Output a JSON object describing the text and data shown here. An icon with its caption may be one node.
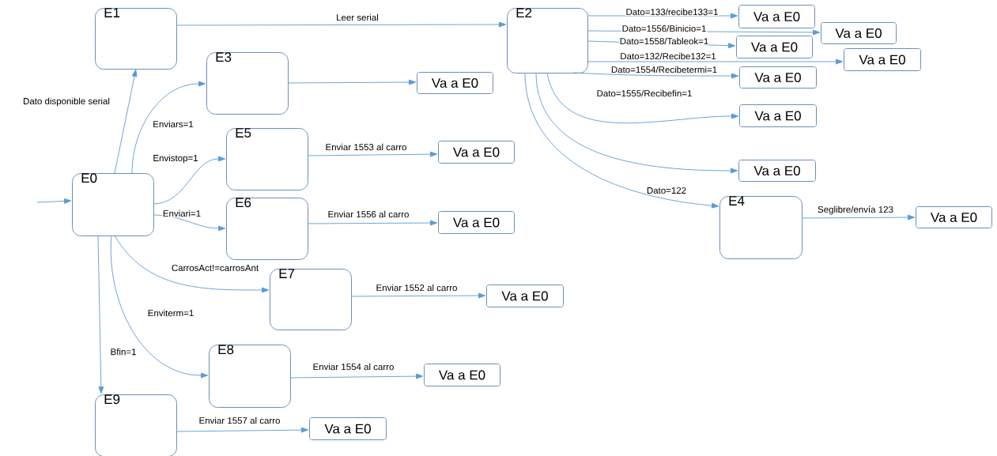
{
  "diagram": {
    "nodes": [
      {
        "text": [
          "E1"
        ]
      },
      {
        "text": [
          "E2"
        ]
      },
      {
        "text": [
          "Va a E0"
        ]
      },
      {
        "text": [
          "Va a E0"
        ]
      },
      {
        "text": [
          "Va a E0"
        ]
      },
      {
        "text": [
          "Va a E0"
        ]
      },
      {
        "text": [
          "Va a E0"
        ]
      },
      {
        "text": [
          "Va a E0"
        ]
      },
      {
        "text": [
          "Va a E0"
        ]
      },
      {
        "text": [
          "E3"
        ]
      },
      {
        "text": [
          "Va a E0"
        ]
      },
      {
        "text": [
          "E5"
        ]
      },
      {
        "text": [
          "Va a E0"
        ]
      },
      {
        "text": [
          "E0"
        ]
      },
      {
        "text": [
          "E6"
        ]
      },
      {
        "text": [
          "Va a E0"
        ]
      },
      {
        "text": [
          "E4"
        ]
      },
      {
        "text": [
          "Va a E0"
        ]
      },
      {
        "text": [
          "E7"
        ]
      },
      {
        "text": [
          "Va a E0"
        ]
      },
      {
        "text": [
          "E8"
        ]
      },
      {
        "text": [
          "Va a E0"
        ]
      },
      {
        "text": [
          "E9"
        ]
      },
      {
        "text": [
          "Va a E0"
        ]
      }
    ],
    "edges": [
      {
        "from": null,
        "to": 13,
        "arrow": "to"
      },
      {
        "from": 13,
        "to": 0,
        "arrow": "to",
        "label": "Dato disponible serial"
      },
      {
        "from": 0,
        "to": 1,
        "arrow": "to",
        "label": "Leer serial"
      },
      {
        "from": 1,
        "to": 2,
        "arrow": "to",
        "label": "Dato=133/recibe133=1"
      },
      {
        "from": 1,
        "to": 3,
        "arrow": "to",
        "label": "Dato=1556/Binicio=1"
      },
      {
        "from": 1,
        "to": 4,
        "arrow": "to",
        "label": "Dato=1558/Tableok=1"
      },
      {
        "from": 1,
        "to": 5,
        "arrow": "to",
        "label": "Dato=132/Recibe132=1"
      },
      {
        "from": 1,
        "to": 6,
        "arrow": "to",
        "label": "Dato=1554/Recibetermi=1"
      },
      {
        "from": 1,
        "to": 7,
        "arrow": "to",
        "label": "Dato=1555/Recibefin=1"
      },
      {
        "from": 1,
        "to": 8,
        "arrow": "to"
      },
      {
        "from": 1,
        "to": 16,
        "arrow": "to",
        "label": "Dato=122"
      },
      {
        "from": 13,
        "to": 9,
        "arrow": "to",
        "label": "Enviars=1"
      },
      {
        "from": 9,
        "to": 10,
        "arrow": "to"
      },
      {
        "from": 13,
        "to": 11,
        "arrow": "to",
        "label": "Envistop=1"
      },
      {
        "from": 11,
        "to": 12,
        "arrow": "to",
        "label": "Enviar 1553 al carro"
      },
      {
        "from": 13,
        "to": 14,
        "arrow": "to",
        "label": "Enviari=1"
      },
      {
        "from": 14,
        "to": 15,
        "arrow": "to",
        "label": "Enviar 1556 al carro"
      },
      {
        "from": 16,
        "to": 17,
        "arrow": "to",
        "label": "Seglibre/envía 123"
      },
      {
        "from": 13,
        "to": 18,
        "arrow": "to",
        "label": "CarrosAct!=carrosAnt"
      },
      {
        "from": 18,
        "to": 19,
        "arrow": "to",
        "label": "Enviar 1552 al carro"
      },
      {
        "from": 13,
        "to": 20,
        "arrow": "to",
        "label": "Enviterm=1"
      },
      {
        "from": 20,
        "to": 21,
        "arrow": "to",
        "label": "Enviar 1554 al carro"
      },
      {
        "from": 13,
        "to": 22,
        "arrow": "to",
        "label": "Bfin=1"
      },
      {
        "from": 22,
        "to": 23,
        "arrow": "to",
        "label": "Enviar 1557 al carro"
      }
    ]
  }
}
